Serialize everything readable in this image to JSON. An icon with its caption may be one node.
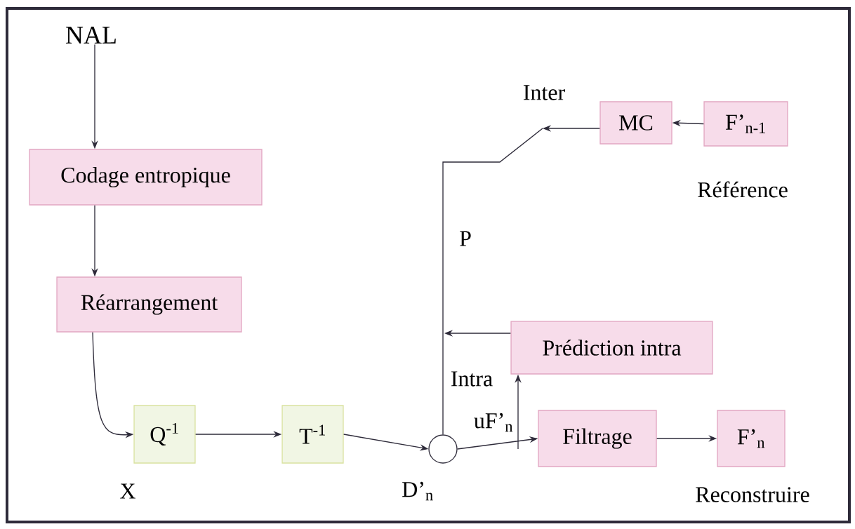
{
  "diagram": {
    "nodes": [
      {
        "text": [
          "NAL"
        ]
      },
      {
        "text": [
          "Codage entropique"
        ]
      },
      {
        "text": [
          "Réarrangement"
        ]
      },
      {
        "text": [
          "Q$^{-1}$"
        ],
        "beside": [
          "X"
        ]
      },
      {
        "text": [
          "T$^{-1}$"
        ]
      },
      {
        "text": [],
        "shape": "circle",
        "beside": [
          "D’$_{n}$"
        ]
      },
      {
        "text": [
          "Filtrage"
        ]
      },
      {
        "text": [
          "F’$_{n}$"
        ],
        "beside": [
          "Reconstruire"
        ]
      },
      {
        "text": [
          "Prédiction intra"
        ]
      },
      {
        "text": [
          "MC"
        ]
      },
      {
        "text": [
          "F’$_{n-1}$"
        ],
        "beside": [
          "Référence"
        ]
      }
    ],
    "edges": [
      {
        "from": 0,
        "to": 1,
        "arrow": "to"
      },
      {
        "from": 1,
        "to": 2,
        "arrow": "to"
      },
      {
        "from": 2,
        "to": 3,
        "arrow": "to"
      },
      {
        "from": 3,
        "to": 4,
        "arrow": "to"
      },
      {
        "from": 4,
        "to": 5,
        "arrow": "to"
      },
      {
        "from": 5,
        "to": 6,
        "arrow": "to",
        "label": "uF’$_{n}$"
      },
      {
        "from": 6,
        "to": 7,
        "arrow": "to"
      },
      {
        "from": null,
        "to": 8,
        "arrow": "to"
      },
      {
        "from": 8,
        "to": null,
        "arrow": "to"
      },
      {
        "from": 10,
        "to": 9,
        "arrow": "to"
      },
      {
        "from": 9,
        "to": null,
        "arrow": "to"
      },
      {
        "from": 5,
        "to": null,
        "arrow": "none"
      }
    ],
    "labels": [
      "Inter",
      "P",
      "Intra"
    ]
  }
}
